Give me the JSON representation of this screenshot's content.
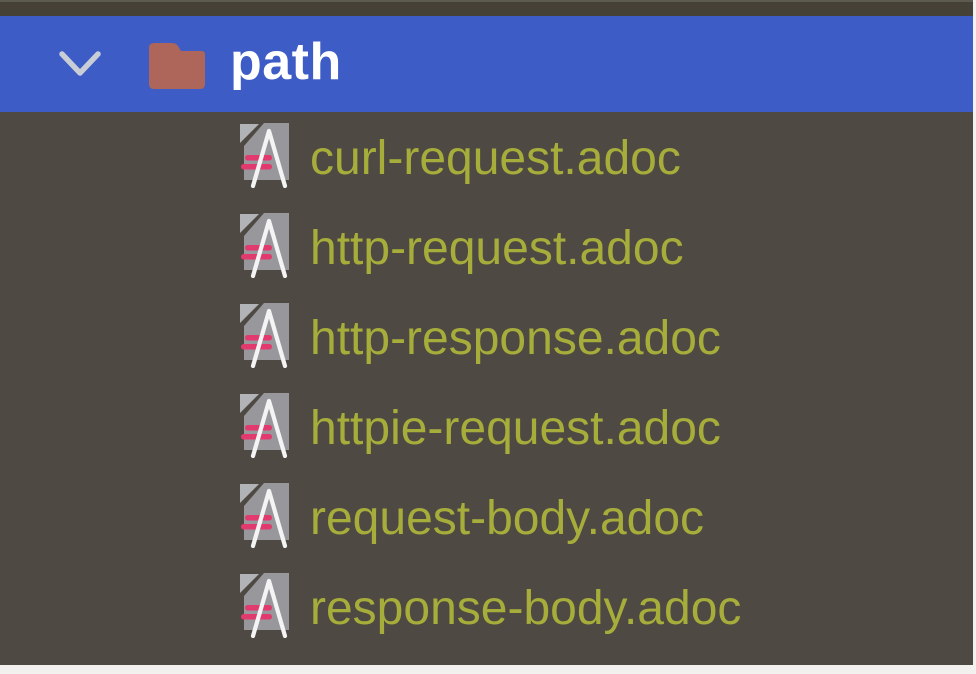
{
  "colors": {
    "background": "#4e4942",
    "top_strip": "#454136",
    "selection": "#3e5cc6",
    "folder_icon": "#ae655a",
    "filename_text": "#a6ad3a",
    "selected_text": "#ffffff",
    "chevron": "#c9ced6",
    "doc_page": "#98989c",
    "doc_fold": "#b2b3b7",
    "doc_glyph": "#f4f4f4",
    "doc_bars": "#e23a6e",
    "page_edge": "#f2f1ef"
  },
  "tree": {
    "root": {
      "label": "path",
      "type": "folder",
      "state": "expanded",
      "selected": true,
      "icons": [
        "chevron-down-icon",
        "folder-icon"
      ]
    },
    "files": [
      {
        "label": "curl-request.adoc",
        "icon": "adoc-file-icon"
      },
      {
        "label": "http-request.adoc",
        "icon": "adoc-file-icon"
      },
      {
        "label": "http-response.adoc",
        "icon": "adoc-file-icon"
      },
      {
        "label": "httpie-request.adoc",
        "icon": "adoc-file-icon"
      },
      {
        "label": "request-body.adoc",
        "icon": "adoc-file-icon"
      },
      {
        "label": "response-body.adoc",
        "icon": "adoc-file-icon"
      }
    ]
  }
}
